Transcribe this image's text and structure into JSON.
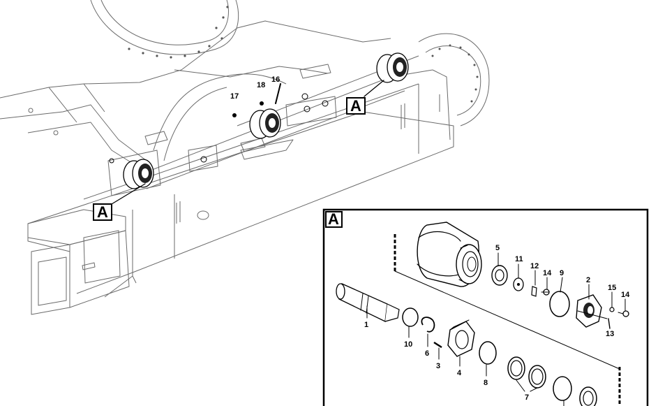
{
  "callouts": {
    "a1": "A",
    "a2": "A",
    "detail": "A"
  },
  "parts": {
    "p1": "1",
    "p2": "2",
    "p3": "3",
    "p4": "4",
    "p5": "5",
    "p6": "6",
    "p7": "7",
    "p8": "8",
    "p9": "9",
    "p10": "10",
    "p11": "11",
    "p12": "12",
    "p13": "13",
    "p14a": "14",
    "p14b": "14",
    "p15": "15",
    "p16": "16",
    "p17": "17",
    "p18": "18"
  }
}
